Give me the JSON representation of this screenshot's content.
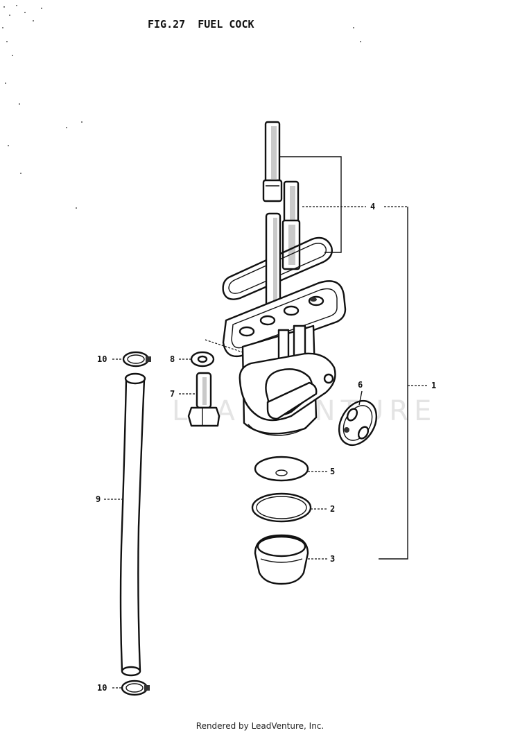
{
  "title": "FIG.27  FUEL COCK",
  "footer": "Rendered by LeadVenture, Inc.",
  "watermark": "LEADVENTURE",
  "callouts": {
    "c1": "1",
    "c2": "2",
    "c3": "3",
    "c4": "4",
    "c5": "5",
    "c6": "6",
    "c7": "7",
    "c8": "8",
    "c9": "9",
    "c10a": "10",
    "c10b": "10"
  }
}
